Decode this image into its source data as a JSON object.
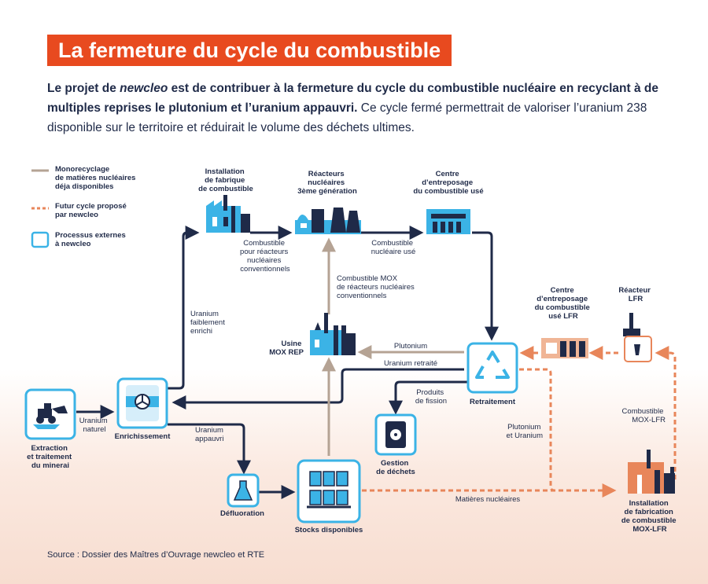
{
  "title": "La fermeture du cycle du combustible",
  "intro": {
    "bold_a": "Le projet de ",
    "bold_italic": "newcleo",
    "bold_b": " est de contribuer à la fermeture du cycle du combustible nucléaire en recyclant à de multiples reprises le plutonium et l’uranium appauvri.",
    "regular": " Ce cycle fermé permettrait de valoriser l’uranium 238 disponible sur le territoire et réduirait le volume des déchets ultimes."
  },
  "legend": [
    {
      "lines": [
        "Monorecyclage",
        "de matières nucléaires",
        "déja disponibles"
      ],
      "kind": "solid",
      "color": "#b5a394"
    },
    {
      "lines": [
        "Futur cycle proposé",
        "par newcleo"
      ],
      "kind": "dashed",
      "color": "#e8865a"
    },
    {
      "lines": [
        "Processus externes",
        "à newcleo"
      ],
      "kind": "box",
      "color": "#3bb3e6"
    }
  ],
  "nodes": {
    "extraction": [
      "Extraction",
      "et traitement",
      "du minerai"
    ],
    "enrichissement": [
      "Enrichissement"
    ],
    "fabrique": [
      "Installation",
      "de fabrique",
      "de combustible"
    ],
    "reacteurs": [
      "Réacteurs",
      "nucléaires",
      "3ème génération"
    ],
    "entreposage": [
      "Centre",
      "d’entreposage",
      "du combustible usé"
    ],
    "usine_mox": [
      "Usine",
      "MOX REP"
    ],
    "retraitement": [
      "Retraitement"
    ],
    "gestion": [
      "Gestion",
      "de déchets"
    ],
    "defluoration": [
      "Défluoration"
    ],
    "stocks": [
      "Stocks disponibles"
    ],
    "entreposage_lfr": [
      "Centre",
      "d’entreposage",
      "du combustible",
      "usé LFR"
    ],
    "reacteur_lfr": [
      "Réacteur",
      "LFR"
    ],
    "fabrication_lfr": [
      "Installation",
      "de fabrication",
      "de combustible",
      "MOX-LFR"
    ]
  },
  "flows": {
    "uranium_naturel": [
      "Uranium",
      "naturel"
    ],
    "uranium_enrichi": [
      "Uranium",
      "faiblement",
      "enrichi"
    ],
    "combustible_conv": [
      "Combustible",
      "pour réacteurs",
      "nucléaires",
      "conventionnels"
    ],
    "combustible_use": [
      "Combustible",
      "nucléaire usé"
    ],
    "combustible_mox": [
      "Combustible MOX",
      "de réacteurs nucléaires",
      "conventionnels"
    ],
    "plutonium": [
      "Plutonium"
    ],
    "uranium_retraite": [
      "Uranium retraité"
    ],
    "produits_fission": [
      "Produits",
      "de fission"
    ],
    "uranium_appauvri": [
      "Uranium",
      "appauvri"
    ],
    "plutonium_uranium": [
      "Plutonium",
      "et Uranium"
    ],
    "combustible_mox_lfr": [
      "Combustible",
      "MOX-LFR"
    ],
    "matieres_nucleaires": [
      "Matières nucléaires"
    ]
  },
  "colors": {
    "accent": "#e84a1f",
    "navy": "#1f2a48",
    "blue": "#3bb3e6",
    "beige": "#b5a394",
    "orange_dashed": "#e8865a"
  },
  "source": "Source : Dossier des Maîtres d’Ouvrage newcleo et RTE"
}
